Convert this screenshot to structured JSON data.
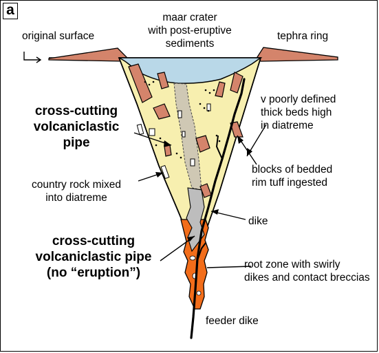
{
  "panel_label": "a",
  "labels": {
    "original_surface": "original surface",
    "maar_crater": [
      "maar crater",
      "with post-eruptive",
      "sediments"
    ],
    "tephra_ring": "tephra ring",
    "cross_cutting_pipe": [
      "cross-cutting",
      "volcaniclastic",
      "pipe"
    ],
    "poorly_defined_beds": [
      "v poorly defined",
      "thick beds high",
      "in diatreme"
    ],
    "blocks_ingested": [
      "blocks of bedded",
      "rim tuff ingested"
    ],
    "country_rock": [
      "country rock mixed",
      "into diatreme"
    ],
    "dike": "dike",
    "cross_cutting_pipe_no_eruption": [
      "cross-cutting",
      "volcaniclastic pipe",
      "(no “eruption”)"
    ],
    "root_zone": [
      "root zone with swirly",
      "dikes and contact breccias"
    ],
    "feeder_dike": "feeder dike"
  },
  "colors": {
    "diatreme_fill": "#f7efaf",
    "crater_sediment": "#b9d8e8",
    "tephra_ring": "#d4846b",
    "tuff_blocks": "#d4846b",
    "pipe_fill": "#cfc8b4",
    "lower_pipe_fill": "#bdbdbd",
    "root_zone": "#f26d1a",
    "dike": "#000000",
    "outline": "#000000"
  }
}
